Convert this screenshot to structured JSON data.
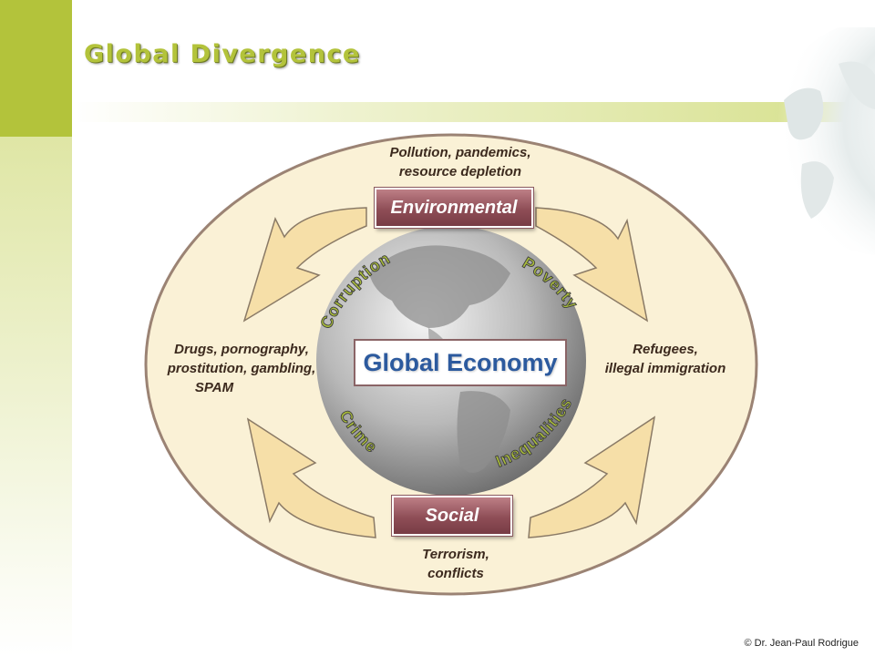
{
  "slide": {
    "title": "Global Divergence",
    "copyright": "© Dr. Jean-Paul Rodrigue"
  },
  "diagram": {
    "center_label": "Global Economy",
    "top_box": "Environmental",
    "bottom_box": "Social",
    "captions": {
      "top": [
        "Pollution, pandemics,",
        "resource depletion"
      ],
      "left": [
        "Drugs, pornography,",
        "prostitution, gambling,",
        "SPAM"
      ],
      "right": [
        "Refugees,",
        "illegal immigration"
      ],
      "bottom": [
        "Terrorism,",
        "conflicts"
      ]
    },
    "arc_labels": {
      "top_left": "Corruption",
      "top_right": "Poverty",
      "bottom_left": "Crime",
      "bottom_right": "Inequalities"
    }
  },
  "colors": {
    "accent_green": "#b3c33b",
    "ellipse_fill": "#faf1d6",
    "arrow_fill": "#f6dfa8",
    "box_fill": "#8f4e57",
    "arc_text_fill": "#a9bc3a",
    "center_text": "#2c5a9e"
  }
}
